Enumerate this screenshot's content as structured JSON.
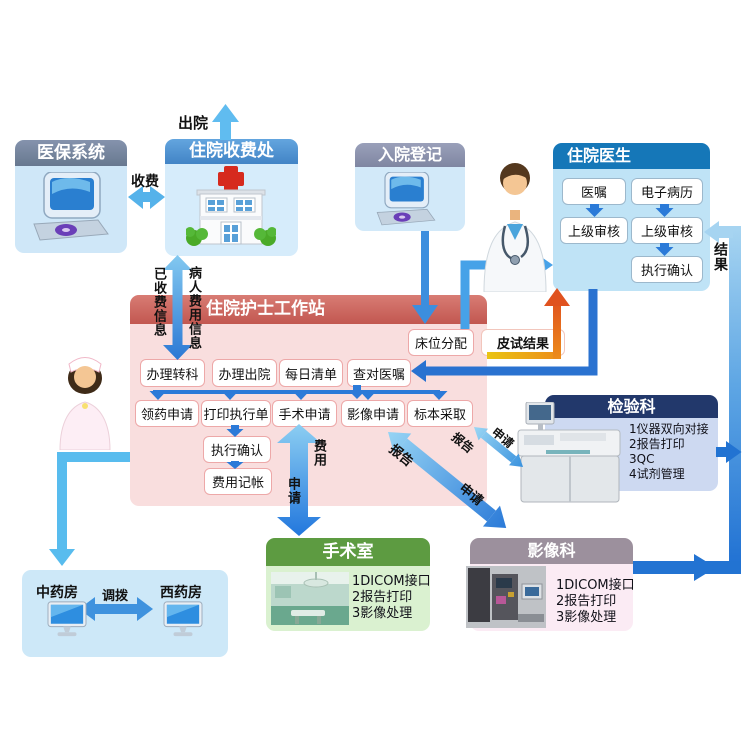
{
  "diagram": {
    "insurance": {
      "title": "医保系统"
    },
    "fee_office": {
      "title": "住院收费处"
    },
    "admission": {
      "title": "入院登记"
    },
    "doctor": {
      "title": "住院医生",
      "orders": "医嘱",
      "emr": "电子病历",
      "review_left": "上级审核",
      "review_right": "上级审核",
      "exec_confirm": "执行确认"
    },
    "nurse": {
      "title": "住院护士工作站",
      "bed_assign": "床位分配",
      "transfer": "办理转科",
      "discharge": "办理出院",
      "daily_list": "每日清单",
      "check_orders": "查对医嘱",
      "med_request": "领药申请",
      "print_exec": "打印执行单",
      "surgery_request": "手术申请",
      "imaging_request": "影像申请",
      "specimen": "标本采取",
      "exec_confirm": "执行确认",
      "billing": "费用记帐"
    },
    "lab": {
      "title": "检验科",
      "features": [
        "1仪器双向对接",
        "2报告打印",
        "3QC",
        "4试剂管理"
      ]
    },
    "operating_room": {
      "title": "手术室",
      "features": [
        "1DICOM接口",
        "2报告打印",
        "3影像处理"
      ]
    },
    "imaging_dept": {
      "title": "影像科",
      "features": [
        "1DICOM接口",
        "2报告打印",
        "3影像处理"
      ]
    },
    "pharmacy": {
      "chinese": "中药房",
      "western": "西药房",
      "transfer": "调拨"
    }
  },
  "arrow_labels": {
    "discharge": "出院",
    "charge": "收费",
    "charged_info": "已收费信息",
    "patient_fee_info": "病人费用信息",
    "skin_test_result": "皮试结果",
    "result": "结果",
    "fee": "费用",
    "request_or": "申请",
    "report_imaging": "报告",
    "request_imaging": "申请",
    "report_lab": "报告",
    "request_lab": "申请"
  },
  "icons": {
    "computer-icon": "desktop computer",
    "hospital-icon": "hospital building with red cross",
    "doctor-figure": "doctor with stethoscope",
    "nurse-figure": "nurse with cap",
    "monitor-icon": "flat screen monitor",
    "lab-analyzer-photo": "laboratory analyzer machine",
    "operating-room-photo": "operating room",
    "imaging-machine-photo": "imaging equipment"
  },
  "colors": {
    "insurance_header": "#7484a0",
    "fee_office_header": "#4f94d4",
    "admission_header": "#8e94ae",
    "doctor_header": "#1577b8",
    "nurse_header": "#cb6159",
    "nurse_body": "#f9dede",
    "lab_header": "#22386b",
    "or_header": "#5d9b41",
    "imaging_header": "#9c909d",
    "arrow_royal": "#2b7ad8",
    "arrow_light": "#63bdef",
    "skin_test_arrow": "#ec8c1a"
  }
}
